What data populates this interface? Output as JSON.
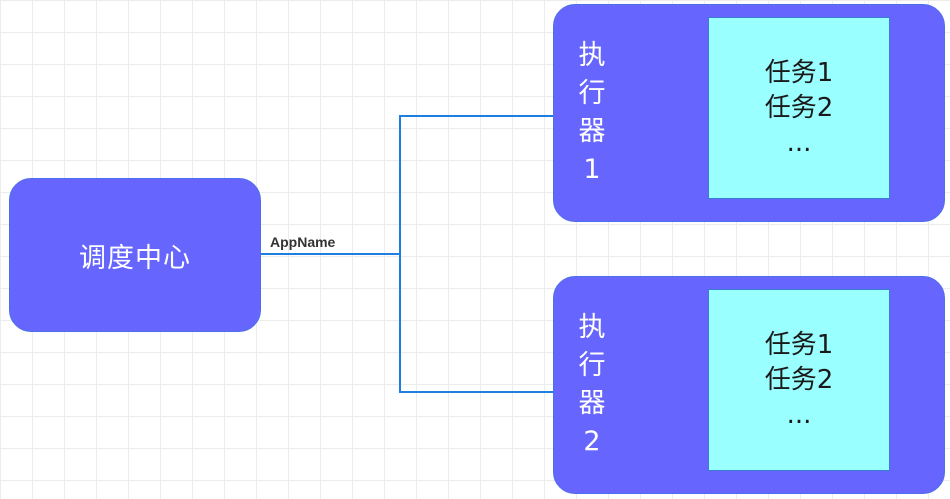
{
  "scheduler": {
    "label": "调度中心"
  },
  "edge_label": "AppName",
  "executors": [
    {
      "label_chars": [
        "执",
        "行",
        "器",
        "1"
      ],
      "tasks": [
        "任务1",
        "任务2",
        "..."
      ]
    },
    {
      "label_chars": [
        "执",
        "行",
        "器",
        "2"
      ],
      "tasks": [
        "任务1",
        "任务2",
        "..."
      ]
    }
  ],
  "colors": {
    "node_fill": "#6666ff",
    "node_border": "#4d6fe8",
    "task_fill": "#99ffff",
    "connector": "#1f7fe0"
  }
}
